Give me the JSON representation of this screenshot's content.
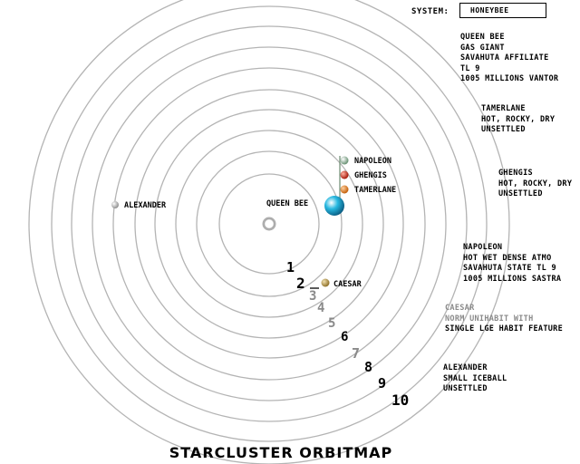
{
  "system": {
    "label": "SYSTEM:",
    "value": "HONEYBEE"
  },
  "title": "STARCLUSTER ORBITMAP",
  "star": {
    "name": "QUEEN BEE"
  },
  "orbit_numbers": [
    "1",
    "2",
    "3",
    "4",
    "5",
    "6",
    "7",
    "8",
    "9",
    "10"
  ],
  "bodies": {
    "napoleon": "NAPOLEON",
    "ghengis": "GHENGIS",
    "tamerlane": "TAMERLANE",
    "caesar": "CAESAR",
    "alexander": "ALEXANDER"
  },
  "colors": {
    "orbit": "#b4b4b4",
    "napoleon": "#8fb39a",
    "ghengis": "#c01a00",
    "tamerlane": "#d06a00",
    "caesar": "#a88a3a",
    "alexander": "#b8b8b8",
    "star": "#27b8e0"
  },
  "info_panels": {
    "queen_bee": [
      "QUEEN BEE",
      "GAS GIANT",
      "SAVAHUTA AFFILIATE",
      "TL 9",
      "1005 MILLIONS VANTOR"
    ],
    "tamerlane": [
      "TAMERLANE",
      "HOT, ROCKY, DRY",
      "UNSETTLED"
    ],
    "ghengis": [
      "GHENGIS",
      "HOT, ROCKY, DRY",
      "UNSETTLED"
    ],
    "napoleon": [
      "NAPOLEON",
      "HOT WET DENSE ATMO",
      "SAVAHUTA STATE TL 9",
      "1005 MILLIONS SASTRA"
    ],
    "caesar": [
      "CAESAR",
      "NORM UNIHABIT WITH",
      "SINGLE LGE HABIT FEATURE"
    ],
    "alexander": [
      "ALEXANDER",
      "SMALL ICEBALL",
      "UNSETTLED"
    ]
  }
}
